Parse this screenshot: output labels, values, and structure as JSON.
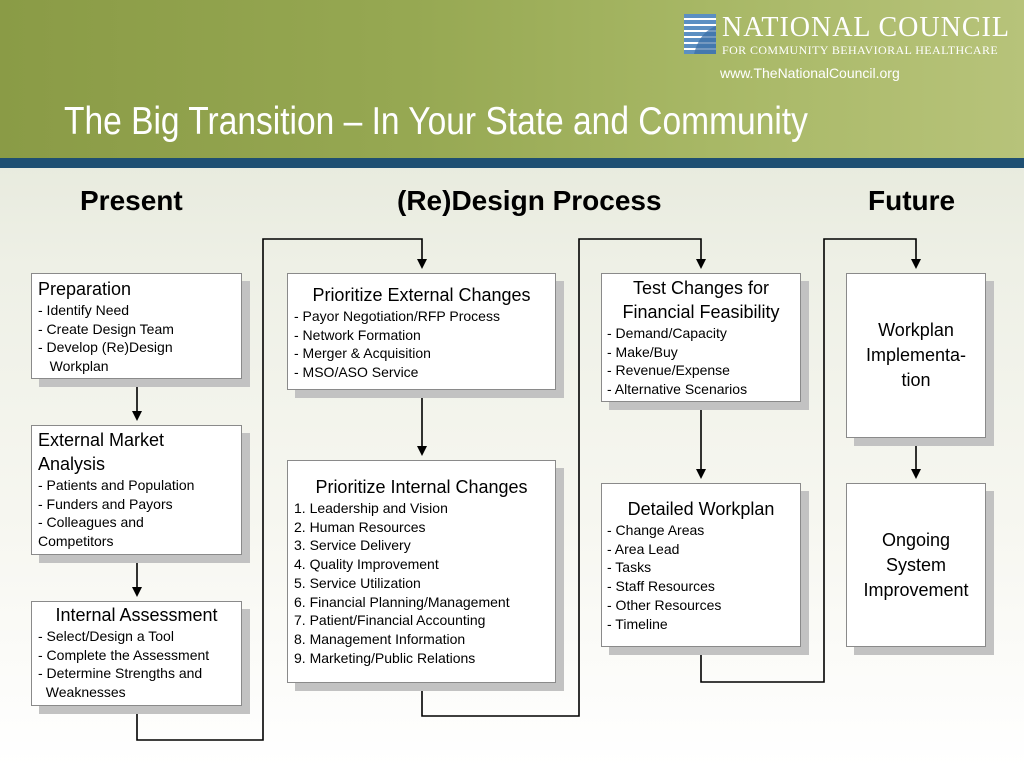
{
  "logo": {
    "name": "NATIONAL COUNCIL",
    "subtitle": "FOR COMMUNITY BEHAVIORAL HEALTHCARE",
    "url": "www.TheNationalCouncil.org"
  },
  "title": "The Big Transition – In Your State and Community",
  "columns": {
    "present": "Present",
    "redesign": "(Re)Design Process",
    "future": "Future"
  },
  "boxes": {
    "preparation": {
      "title": "Preparation",
      "items": [
        "- Identify Need",
        "- Create Design Team",
        "- Develop (Re)Design",
        "   Workplan"
      ]
    },
    "external_market": {
      "title_line1": "External Market",
      "title_line2": "Analysis",
      "items": [
        "- Patients and Population",
        "- Funders and Payors",
        "- Colleagues and",
        "Competitors"
      ]
    },
    "internal_assessment": {
      "title": "Internal Assessment",
      "items": [
        "- Select/Design a Tool",
        "- Complete the Assessment",
        "- Determine Strengths and",
        "  Weaknesses"
      ]
    },
    "external_changes": {
      "title": "Prioritize External Changes",
      "items": [
        "- Payor Negotiation/RFP Process",
        "- Network Formation",
        "- Merger & Acquisition",
        "- MSO/ASO Service"
      ]
    },
    "internal_changes": {
      "title": "Prioritize Internal Changes",
      "items": [
        "1. Leadership and Vision",
        "2. Human Resources",
        "3. Service Delivery",
        "4. Quality Improvement",
        "5. Service Utilization",
        "6. Financial Planning/Management",
        "7. Patient/Financial Accounting",
        "8. Management Information",
        "9. Marketing/Public Relations"
      ]
    },
    "test_changes": {
      "title_line1": "Test Changes for",
      "title_line2": "Financial Feasibility",
      "items": [
        "- Demand/Capacity",
        "- Make/Buy",
        "- Revenue/Expense",
        "- Alternative Scenarios"
      ]
    },
    "detailed_workplan": {
      "title": "Detailed Workplan",
      "items": [
        "- Change Areas",
        "- Area Lead",
        "- Tasks",
        "- Staff Resources",
        "- Other Resources",
        "- Timeline"
      ]
    },
    "workplan_impl": {
      "lines": [
        "Workplan",
        "Implementa-",
        "tion"
      ]
    },
    "ongoing": {
      "lines": [
        "Ongoing",
        "System",
        "Improvement"
      ]
    }
  }
}
